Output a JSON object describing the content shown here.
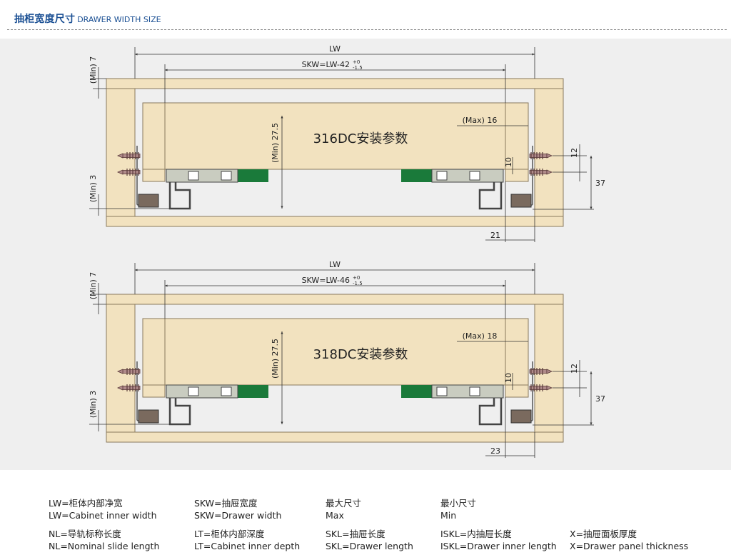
{
  "header": {
    "title_cn": "抽柜宽度尺寸",
    "title_en": "DRAWER WIDTH SIZE"
  },
  "diagrams": [
    {
      "title": "316DC安装参数",
      "lw": "LW",
      "skw_main": "SKW=LW-42",
      "tol_up": "+0",
      "tol_down": "-1.5",
      "min7": "(Min) 7",
      "min3": "(Min) 3",
      "min275": "(Min) 27.5",
      "max_label": "(Max) 16",
      "d10": "10",
      "d12": "12",
      "d37": "37",
      "bottom_dim": "21"
    },
    {
      "title": "318DC安装参数",
      "lw": "LW",
      "skw_main": "SKW=LW-46",
      "tol_up": "+0",
      "tol_down": "-1.5",
      "min7": "(Min) 7",
      "min3": "(Min) 3",
      "min275": "(Min) 27.5",
      "max_label": "(Max) 18",
      "d10": "10",
      "d12": "12",
      "d37": "37",
      "bottom_dim": "23"
    }
  ],
  "legend": {
    "col1": [
      "LW=柜体内部净宽",
      "LW=Cabinet inner width",
      "NL=导轨标称长度",
      "NL=Nominal slide length"
    ],
    "col2": [
      "SKW=抽屉宽度",
      "SKW=Drawer width",
      "LT=柜体内部深度",
      "LT=Cabinet inner depth"
    ],
    "col3": [
      "最大尺寸",
      "Max",
      "SKL=抽屉长度",
      "SKL=Drawer length"
    ],
    "col4": [
      "最小尺寸",
      "Min",
      "ISKL=内抽屉长度",
      "ISKL=Drawer inner length"
    ],
    "col5": [
      "X=抽屉面板厚度",
      "X=Drawer panel thickness"
    ]
  },
  "colors": {
    "header_blue": "#1a4f93",
    "wood": "#f2e2bf",
    "wood_edge": "#8a7a5e",
    "slide_green": "#1a7a3a",
    "slide_grey": "#c9ccc0",
    "screw": "#9b6b6b",
    "background": "#efefef"
  }
}
